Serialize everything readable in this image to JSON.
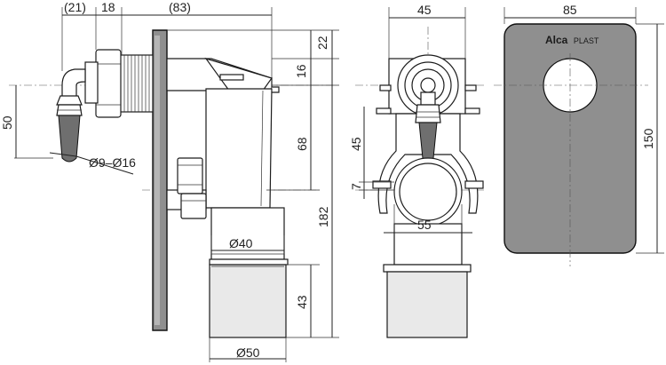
{
  "brand": {
    "logo_bold": "Alca",
    "logo_light": "PLAST"
  },
  "side_view": {
    "dim_21": "(21)",
    "dim_18": "18",
    "dim_83": "(83)",
    "dim_22": "22",
    "dim_16": "16",
    "dim_50": "50",
    "dim_68": "68",
    "dim_hose": "Ø9–Ø16",
    "dim_d40": "Ø40",
    "dim_182": "182",
    "dim_43": "43",
    "dim_d50": "Ø50"
  },
  "front_view": {
    "dim_45_top": "45",
    "dim_45_side": "45",
    "dim_7": "7",
    "dim_55": "55"
  },
  "cover_plate": {
    "dim_85": "85",
    "dim_150": "150"
  },
  "colors": {
    "line": "#222222",
    "cover_fill": "#8f8f8f",
    "hose_fill": "#6f6f6f"
  }
}
